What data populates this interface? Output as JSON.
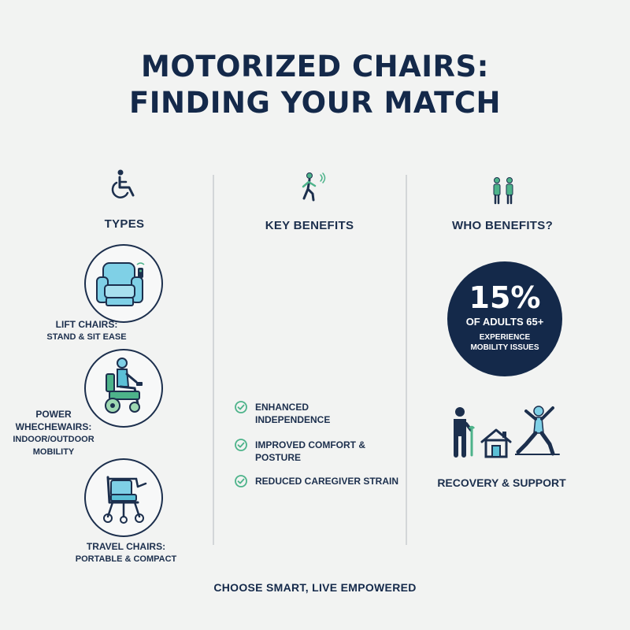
{
  "title": {
    "line1": "MOTORIZED CHAIRS:",
    "line2": "FINDING YOUR MATCH"
  },
  "columns": {
    "types": {
      "heading": "TYPES",
      "icon": "wheelchair-icon",
      "items": [
        {
          "title": "LIFT CHAIRS:",
          "subtitle": "STAND & SIT EASE",
          "icon": "lift-chair-icon"
        },
        {
          "title": "POWER WHECHEWAIRS:",
          "title_line1": "POWER",
          "title_line2": "WHECHEWAIRS:",
          "subtitle": "INDOOR/OUTDOOR MOBILITY",
          "subtitle_line1": "INDOOR/OUTDOOR",
          "subtitle_line2": "MOBILITY",
          "icon": "power-wheelchair-icon"
        },
        {
          "title": "TRAVEL CHAIRS:",
          "subtitle": "PORTABLE & COMPACT",
          "icon": "travel-chair-icon"
        }
      ]
    },
    "benefits": {
      "heading": "KEY BENEFITS",
      "icon": "walking-person-icon",
      "items": [
        {
          "line1": "ENHANCED",
          "line2": "INDEPENDENCE"
        },
        {
          "line1": "IMPROVED COMFORT &",
          "line2": "POSTURE"
        },
        {
          "line1": "REDUCED CAREGIVER STRAIN",
          "line2": ""
        }
      ]
    },
    "who": {
      "heading": "WHO BENEFITS?",
      "icon": "two-people-icon",
      "stat": {
        "value": "15%",
        "label": "OF ADULTS 65+",
        "detail_line1": "EXPERIENCE",
        "detail_line2": "MOBILITY ISSUES"
      },
      "recovery_label": "RECOVERY & SUPPORT"
    }
  },
  "footer": "CHOOSE SMART, LIVE EMPOWERED",
  "colors": {
    "navy": "#14294a",
    "accent_green": "#4db38a",
    "accent_teal": "#5bc0d6",
    "background": "#f2f3f2"
  }
}
